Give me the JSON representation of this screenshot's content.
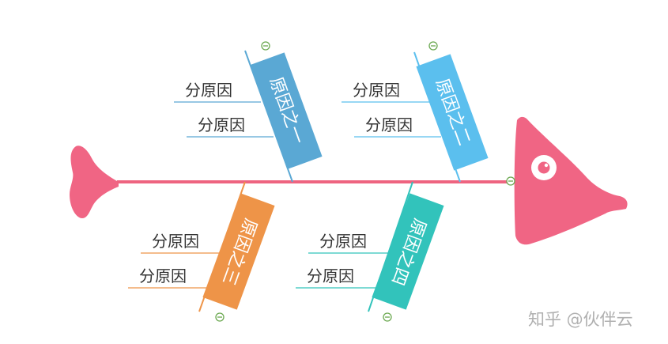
{
  "diagram": {
    "type": "fishbone",
    "colors": {
      "fish": "#f06584",
      "spine": "#ee6480",
      "cause1": "#5aa8d4",
      "cause2": "#5bbfee",
      "cause3": "#ee9448",
      "cause4": "#32c3bb",
      "sub_line1": "#5aa8d4",
      "sub_line2": "#5bbfee",
      "sub_line3": "#ee9448",
      "sub_line4": "#32c3bb",
      "toggle": "#6aa84f"
    },
    "causes": [
      {
        "label": "原因之一",
        "subs": [
          "分原因",
          "分原因"
        ]
      },
      {
        "label": "原因之二",
        "subs": [
          "分原因",
          "分原因"
        ]
      },
      {
        "label": "原因之三",
        "subs": [
          "分原因",
          "分原因"
        ]
      },
      {
        "label": "原因之四",
        "subs": [
          "分原因",
          "分原因"
        ]
      }
    ]
  },
  "watermark": "知乎 @伙伴云"
}
